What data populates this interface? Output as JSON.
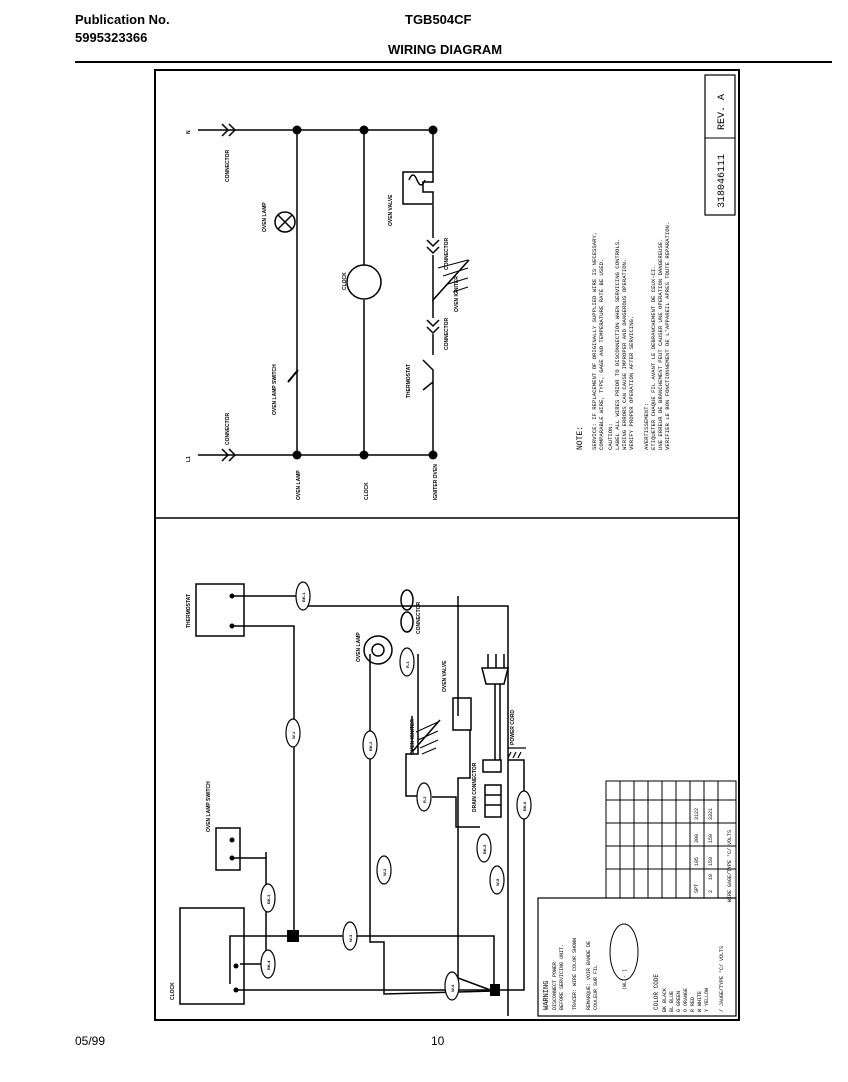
{
  "header": {
    "publication_label": "Publication No.",
    "publication_number": "5995323366",
    "model": "TGB504CF",
    "title": "WIRING DIAGRAM"
  },
  "footer": {
    "date": "05/99",
    "page": "10"
  },
  "schematic": {
    "line1": "L1",
    "line2": "N",
    "connector": "CONNECTOR",
    "oven_lamp": "OVEN LAMP",
    "oven_lamp_switch": "OVEN LAMP SWITCH",
    "clock": "CLOCK",
    "oven_valve": "OVEN VALVE",
    "oven_igniter": "OVEN IGNITER",
    "thermostat": "THERMOSTAT",
    "branch_oven_lamp": "OVEN LAMP",
    "branch_clock": "CLOCK",
    "branch_oven": "IGNITER OVEN",
    "doc_number": "318046111",
    "revision": "REV. A"
  },
  "notes": {
    "title": "NOTE:",
    "lines": [
      "SERVICE: IF REPLACEMENT OF ORIGINALLY SUPPLIED WIRE IS NECESSARY,",
      "COMPARABLE WIRE, TYPE, GAGE AND TEMPERATURE RATE BE USED.",
      "CAUTION:",
      "LABEL ALL WIRES PRIOR TO DISCONNECTION WHEN SERVICING CONTROLS.",
      "WIRING ERRORS CAN CAUSE IMPROPER AND DANGEROUS OPERATION.",
      "VERIFY PROPER OPERATION AFTER SERVICING.",
      "AVERTISSEMENT:",
      "ETIQUETER CHAQUE FIL AVANT LE DEBRANCHEMENT DE CEUX-CI.",
      "UNE ERREUR DE BRANCHEMENT PEUT CAUSER UNE OPERATION DANGEREUSE.",
      "VERIFIER LE BON FONCTIONNEMENT DE L'APPAREIL APRES TOUTE REPARATION."
    ]
  },
  "pictorial": {
    "thermostat": "THERMOSTAT",
    "oven_lamp": "OVEN LAMP",
    "connector": "CONNECTOR",
    "oven_valve": "OVEN VALVE",
    "oven_igniter": "OVEN IGNITER",
    "oven_lamp_switch": "OVEN LAMP SWITCH",
    "clock": "CLOCK",
    "power_cord": "POWER CORD",
    "drain_connector": "DRAIN CONNECTOR",
    "wire_codes": [
      "BK-1",
      "BK-2",
      "W-1",
      "W-2",
      "W-3",
      "BK-3",
      "BK-4",
      "R-1",
      "R-2",
      "W-4",
      "BK-5",
      "W-5",
      "BK-6",
      "W-6",
      "BK-7",
      "R-3"
    ]
  },
  "warning": {
    "title": "WARNING",
    "lines": [
      "DISCONNECT POWER",
      "BEFORE SERVICING UNIT.",
      "TRACER: WIRE COLOR SHOWN",
      "REMARQUE: VOIR BANDE DE",
      "COULEUR SUR FIL",
      "COLOR CODE"
    ],
    "legend_label": "(WL - )",
    "color_codes": [
      "BK  BLACK",
      "BL  BLUE",
      "G   GREEN",
      "O   ORANGE",
      "R   RED",
      "W   WHITE",
      "Y   YELLOW"
    ],
    "gauge_footer": "WIRE GAGE/TYPE °C/ VOLTS",
    "gauge_footer2": "/ JAUGE/TYPE °C/ VOLTS"
  },
  "gauge_table": {
    "rows": [
      [
        "",
        "",
        "",
        "",
        ""
      ],
      [
        "",
        "",
        "",
        "",
        ""
      ],
      [
        "",
        "",
        "",
        "",
        ""
      ],
      [
        "",
        "",
        "",
        "",
        ""
      ],
      [
        "",
        "",
        "",
        "",
        ""
      ],
      [
        "",
        "",
        "",
        "",
        ""
      ],
      [
        "",
        "",
        "",
        "",
        ""
      ],
      [
        "",
        "",
        "",
        "",
        ""
      ],
      [
        "SPT",
        "",
        "105",
        "300",
        "3122"
      ],
      [
        "2",
        "18",
        "150",
        "150",
        "3321"
      ]
    ]
  }
}
